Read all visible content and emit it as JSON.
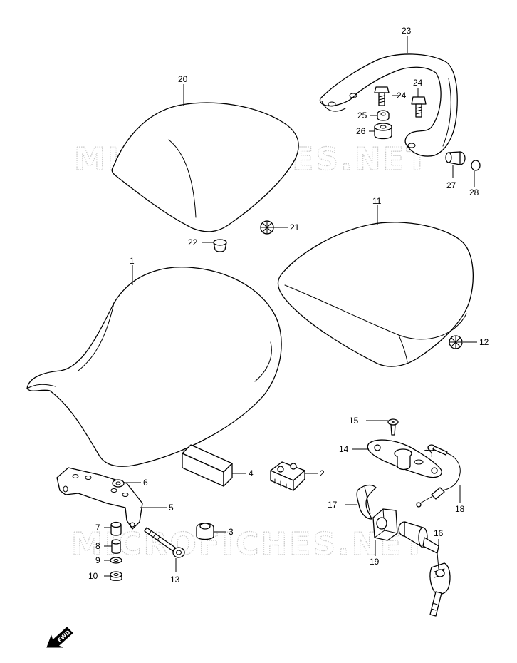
{
  "watermark": "MICROFICHES.NET",
  "fwd_label": "FWD",
  "callouts": [
    "1",
    "2",
    "3",
    "4",
    "5",
    "6",
    "7",
    "8",
    "9",
    "10",
    "11",
    "12",
    "13",
    "14",
    "15",
    "16",
    "17",
    "18",
    "19",
    "20",
    "21",
    "22",
    "23",
    "24",
    "25",
    "26",
    "27",
    "28"
  ],
  "colors": {
    "line": "#000000",
    "background": "#ffffff",
    "watermark": "#c8c8c8"
  }
}
